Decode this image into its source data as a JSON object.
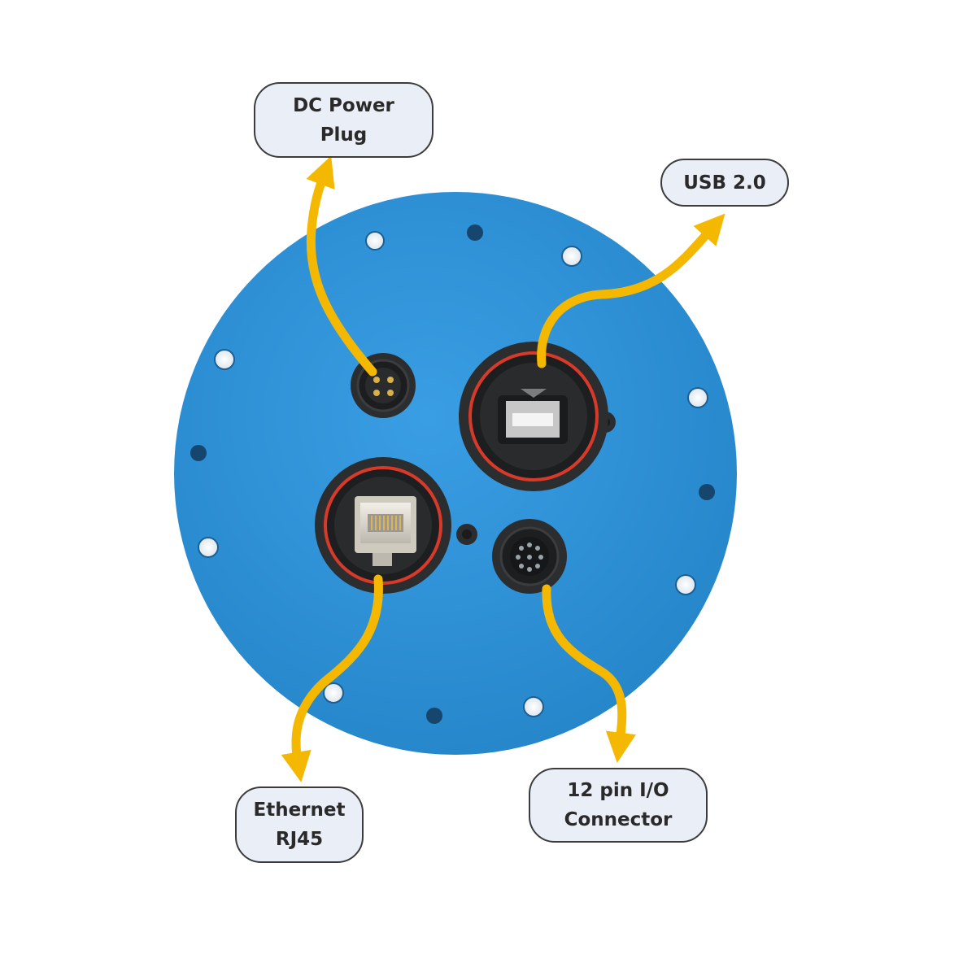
{
  "colors": {
    "plate": "#2f93db",
    "plate_edge": "#2585c9",
    "arrow": "#f5b800",
    "connector_body": "#2b2d2f",
    "seal_ring": "#d83a2a",
    "callout_fill": "#eaeef7",
    "callout_border": "#3c3c3c"
  },
  "callouts": {
    "dc_power": {
      "line1": "DC Power",
      "line2": "Plug"
    },
    "usb": {
      "line1": "USB 2.0"
    },
    "ethernet": {
      "line1": "Ethernet",
      "line2": "RJ45"
    },
    "io": {
      "line1": "12 pin I/O",
      "line2": "Connector"
    }
  },
  "icons": [
    "mounting-hole-icon",
    "dc-power-connector-icon",
    "usb-a-port-icon",
    "rj45-port-icon",
    "circular-io-connector-icon",
    "arrow-icon"
  ]
}
